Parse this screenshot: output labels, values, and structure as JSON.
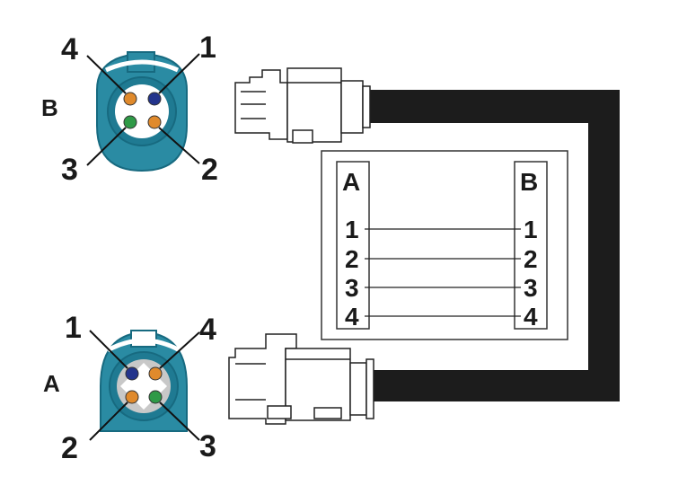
{
  "connector_b": {
    "side_label": "B",
    "pin_labels": {
      "top_left": "4",
      "top_right": "1",
      "bottom_left": "3",
      "bottom_right": "2"
    }
  },
  "connector_a": {
    "side_label": "A",
    "pin_labels": {
      "top_left": "1",
      "top_right": "4",
      "bottom_left": "2",
      "bottom_right": "3"
    }
  },
  "pinout_table": {
    "left_header": "A",
    "right_header": "B",
    "rows": [
      {
        "a": "1",
        "b": "1"
      },
      {
        "a": "2",
        "b": "2"
      },
      {
        "a": "3",
        "b": "3"
      },
      {
        "a": "4",
        "b": "4"
      }
    ]
  },
  "colors": {
    "connector_body": "#2a8ba3",
    "connector_dark": "#176a80",
    "pin_orange": "#e08a2c",
    "pin_green": "#2f9a47",
    "pin_blue": "#23348c",
    "cable": "#1c1c1c"
  }
}
